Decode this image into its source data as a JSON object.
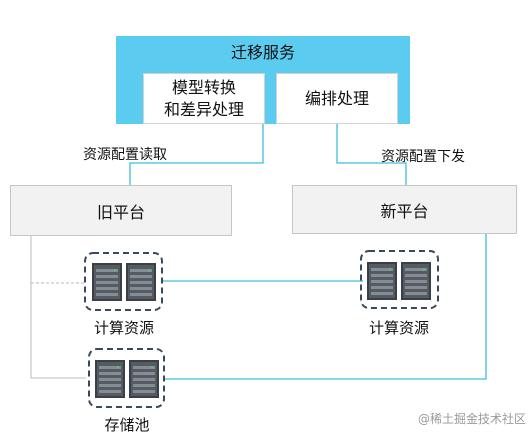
{
  "migration_service": {
    "title": "迁移服务",
    "model_conversion_line1": "模型转换",
    "model_conversion_line2": "和差异处理",
    "orchestration": "编排处理"
  },
  "arrows": {
    "read_config": "资源配置读取",
    "deliver_config": "资源配置下发"
  },
  "platforms": {
    "old": "旧平台",
    "new": "新平台"
  },
  "resources": {
    "old_compute": "计算资源",
    "new_compute": "计算资源",
    "storage_pool": "存储池"
  },
  "watermark": "@稀土掘金技术社区",
  "colors": {
    "service_bg": "#5ccbf0",
    "connector": "#3cc0d8",
    "platform_bg": "#f2f2f2",
    "dashed_border": "#3a4a5a"
  },
  "icons": [
    "server-icon",
    "server-icon",
    "server-icon",
    "server-icon",
    "server-icon",
    "server-icon"
  ]
}
